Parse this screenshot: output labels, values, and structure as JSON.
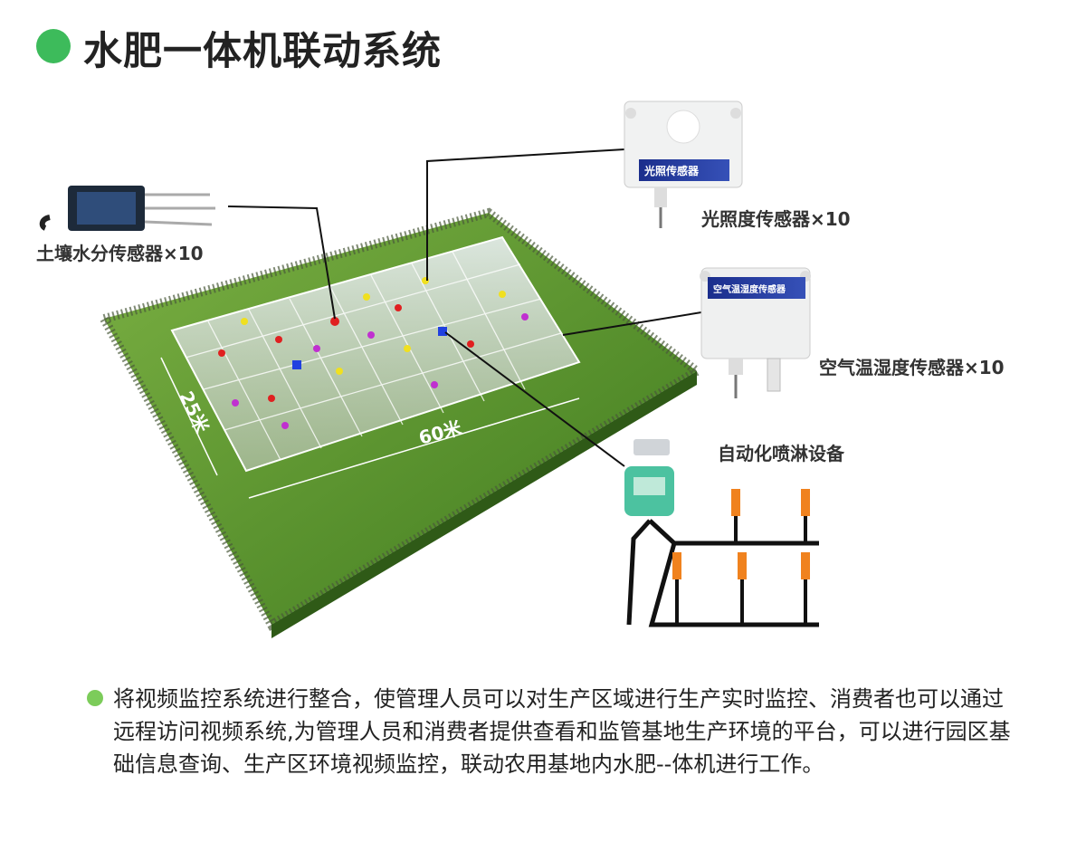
{
  "title": "水肥一体机联动系统",
  "labels": {
    "soil_sensor": "土壤水分传感器×10",
    "light_sensor": "光照度传感器×10",
    "air_sensor": "空气温湿度传感器×10",
    "sprinkler": "自动化喷淋设备",
    "width_dim": "25米",
    "length_dim": "60米"
  },
  "device_plates": {
    "light": "光照传感器",
    "air": "空气温湿度传感器"
  },
  "description": "将视频监控系统进行整合，使管理人员可以对生产区域进行生产实时监控、消费者也可以通过远程访问视频系统,为管理人员和消费者提供查看和监管基地生产环境的平台，可以进行园区基础信息查询、生产区环境视频监控，联动农用基地内水肥--体机进行工作。",
  "colors": {
    "accent": "#3dbb5b",
    "grass": "#5e9a2e",
    "plate": "#1b2e8c"
  }
}
